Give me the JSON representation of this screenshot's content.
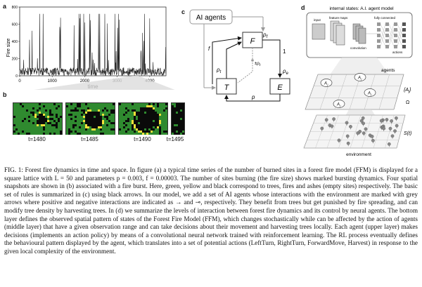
{
  "panels": {
    "a": {
      "label": "a",
      "ylabel": "Fire size",
      "xlabel": "time",
      "xticks": [
        "0",
        "1000",
        "2000",
        "3000",
        "4000"
      ],
      "yticks": [
        "0",
        "200",
        "400",
        "600",
        "800"
      ],
      "colors": {
        "line": "#222222",
        "box": "#e5e5e5"
      }
    },
    "b": {
      "label": "b",
      "snapshots": [
        {
          "time": "t=1480"
        },
        {
          "time": "t=1485"
        },
        {
          "time": "t=1490"
        },
        {
          "time": "t=1495"
        }
      ],
      "colors": {
        "tree": "#2f8a2f",
        "fire": "#f2e23a",
        "ash": "#0a0a0a"
      }
    },
    "c": {
      "label": "c",
      "ai_box": "AI agents",
      "node_f": "F",
      "node_t": "T",
      "node_e": "E",
      "lbl_rho_f": "ρ",
      "lbl_rho_f_sub": "f",
      "lbl_f": "f",
      "lbl_one": "1",
      "lbl_rho_t": "ρ",
      "lbl_rho_t_sub": "t",
      "lbl_rho_e": "ρ",
      "lbl_rho_e_sub": "e",
      "lbl_z": "±ρ",
      "lbl_z_sub": "t",
      "lbl_p": "p"
    },
    "d": {
      "label": "d",
      "title": "internal states: A.I. agent model",
      "cnn_labels": [
        "input",
        "feature maps",
        "convolution",
        "fully connected",
        "actions"
      ],
      "agents_label": "agents",
      "agent_symbol": "A",
      "agent_sub": "j",
      "set_label": "{A",
      "set_sub": "j",
      "set_close": "}",
      "omega": "Ω",
      "state_label": "S(t)",
      "env_label": "environment"
    }
  },
  "caption": "FIG. 1: Forest fire dynamics in time and space. In figure (a) a typical time series of the number of burned sites in a forest fire model (FFM) is displayed for a square lattice with L = 50 and parameters p = 0.003, f = 0.00003. The number of sites burning (the fire size) shows marked bursting dynamics. Four spatial snapshots are shown in (b) associated with a fire burst. Here, green, yellow and black correspond to trees, fires and ashes (empty sites) respectively. The basic set of rules is summarized in (c) using black arrows. In our model, we add a set of AI agents whose interactions with the environment are marked with grey arrows where positive and negative interactions are indicated as → and ⊸, respectively. They benefit from trees but get punished by fire spreading, and can modify tree density by harvesting trees. In (d) we summarize the levels of interaction between forest fire dynamics and its control by neural agents. The bottom layer defines the observed spatial pattern of states of the Forest Fire Model (FFM), which changes stochastically while can be affected by the action of agents (middle layer) that have a given observation range and can take decisions about their movement and harvesting trees locally. Each agent (upper layer) makes decisions (implements an action policy) by means of a convolutional neural network trained with reinforcement learning. The RL process eventually defines the behavioural pattern displayed by the agent, which translates into a set of potential actions (LeftTurn, RightTurn, ForwardMove, Harvest) in response to the given local complexity of the environment."
}
